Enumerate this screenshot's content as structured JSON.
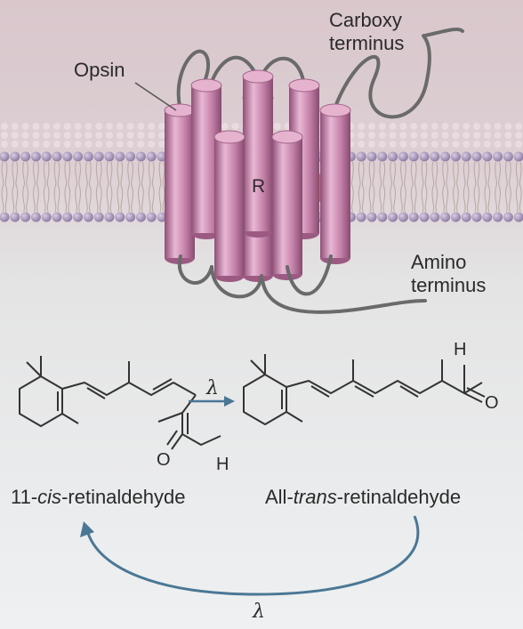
{
  "labels": {
    "opsin": "Opsin",
    "carboxy_line1": "Carboxy",
    "carboxy_line2": "terminus",
    "amino_line1": "Amino",
    "amino_line2": "terminus",
    "retinal": "R"
  },
  "reaction": {
    "forward_symbol": "λ",
    "reverse_symbol": "λ",
    "cis_name": {
      "prefix": "11-",
      "italic": "cis",
      "suffix": "-retinaldehyde"
    },
    "trans_name": {
      "prefix": "All-",
      "italic": "trans",
      "suffix": "-retinaldehyde"
    },
    "cis_atoms": {
      "oxygen": "O",
      "hydrogen": "H"
    },
    "trans_atoms": {
      "oxygen": "O",
      "hydrogen": "H"
    }
  },
  "colors": {
    "membrane_top": "#d7c6cb",
    "background_bottom": "#eef0f2",
    "lipid_head": "#9a89ad",
    "helix": "#c98bb0",
    "retinal_fill": "#d77b6c",
    "arrow": "#4a7795",
    "loop": "#6e6e6e"
  }
}
